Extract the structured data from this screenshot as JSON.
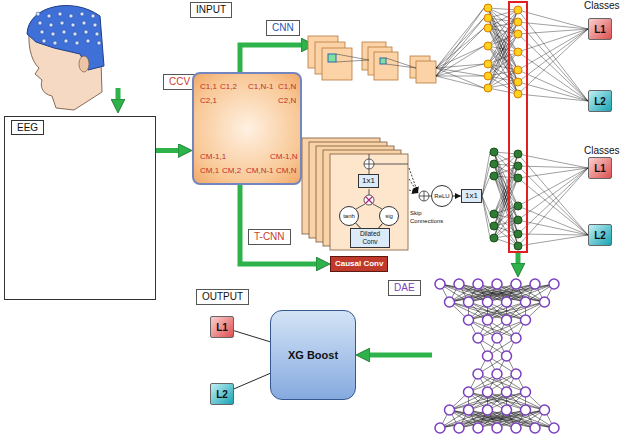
{
  "diagram": {
    "nodes": [
      {
        "text": [
          "INPUT"
        ]
      },
      {
        "text": [
          "CCV"
        ]
      },
      {
        "text": [
          "CNN"
        ]
      },
      {
        "text": [
          "L1"
        ]
      },
      {
        "text": [
          "L2"
        ]
      },
      {
        "text": [
          "EEG"
        ]
      },
      {
        "text": [
          "C1,1",
          "C1,2",
          "C1,N-1",
          "C1,N",
          "C2,1",
          "C2,N",
          "CM-1,1",
          "CM-1,N",
          "CM,1",
          "CM,2",
          "CM,N-1",
          "CM,N"
        ]
      },
      {
        "text": [
          "1x1"
        ]
      },
      {
        "text": [
          "tanh"
        ]
      },
      {
        "text": [
          "sig"
        ]
      },
      {
        "text": [
          "Dilated Conv"
        ]
      },
      {
        "text": [
          "ReLU"
        ]
      },
      {
        "text": [
          "1x1"
        ]
      },
      {
        "text": [
          "L1"
        ]
      },
      {
        "text": [
          "L2"
        ]
      },
      {
        "text": [
          "T-CNN"
        ]
      },
      {
        "text": [
          "Causal Conv"
        ]
      },
      {
        "text": [
          "OUTPUT"
        ]
      },
      {
        "text": [
          "DAE"
        ]
      },
      {
        "text": [
          "L1"
        ]
      },
      {
        "text": [
          "XG Boost"
        ]
      },
      {
        "text": [
          "L2"
        ]
      }
    ],
    "edges": [
      {
        "from": 5,
        "to": 6,
        "arrow": "to"
      },
      {
        "from": 6,
        "to": 16,
        "arrow": "to"
      },
      {
        "from": 10,
        "to": 8,
        "arrow": "none"
      },
      {
        "from": 10,
        "to": 9,
        "arrow": "none"
      },
      {
        "from": 11,
        "to": 12,
        "arrow": "to"
      },
      {
        "from": 18,
        "to": 20,
        "arrow": "to"
      },
      {
        "from": 20,
        "to": 19,
        "arrow": "none"
      },
      {
        "from": 20,
        "to": 21,
        "arrow": "none"
      }
    ],
    "labels": [
      "Classes",
      "Classes",
      "Skip Connections"
    ]
  }
}
